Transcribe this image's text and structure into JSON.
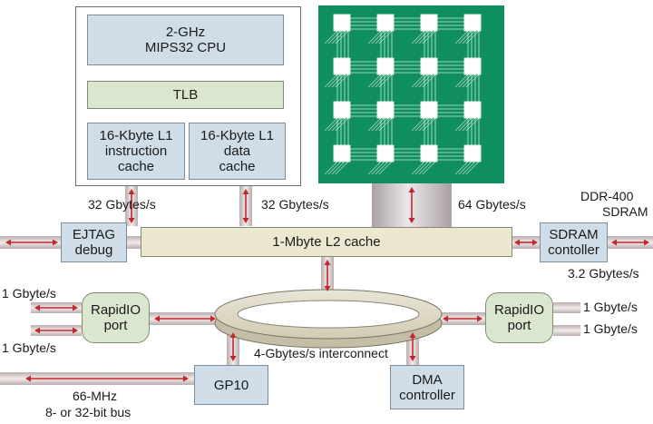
{
  "cpu_block": {
    "cpu": {
      "line1": "2-GHz",
      "line2": "MIPS32 CPU"
    },
    "tlb": "TLB",
    "icache": {
      "line1": "16-Kbyte L1",
      "line2": "instruction",
      "line3": "cache"
    },
    "dcache": {
      "line1": "16-Kbyte L1",
      "line2": "data",
      "line3": "cache"
    }
  },
  "l2_cache": "1-Mbyte L2 cache",
  "ejtag": {
    "line1": "EJTAG",
    "line2": "debug"
  },
  "sdram_ctrl": {
    "line1": "SDRAM",
    "line2": "contoller"
  },
  "ddr": {
    "line1": "DDR-400",
    "line2": "SDRAM"
  },
  "rapidio_left": {
    "line1": "RapidIO",
    "line2": "port"
  },
  "rapidio_right": {
    "line1": "RapidIO",
    "line2": "port"
  },
  "gp10": "GP10",
  "dma": {
    "line1": "DMA",
    "line2": "controller"
  },
  "interconnect": "4-Gbytes/s interconnect",
  "bandwidths": {
    "icache_l2": "32 Gbytes/s",
    "dcache_l2": "32 Gbytes/s",
    "chip_l2": "64 Gbytes/s",
    "sdram": "3.2 Gbytes/s",
    "rio_left_top": "1 Gbyte/s",
    "rio_left_bottom": "1 Gbyte/s",
    "rio_right_top": "1 Gbyte/s",
    "rio_right_bottom": "1 Gbyte/s"
  },
  "bus": {
    "line1": "66-MHz",
    "line2": "8- or 32-bit bus"
  },
  "colors": {
    "box_blue": "#cfdde8",
    "box_green": "#dbe6cf",
    "chip_green": "#0f8e5f",
    "arrow_red": "#c0282f",
    "pipe": "#e0d2d2"
  }
}
